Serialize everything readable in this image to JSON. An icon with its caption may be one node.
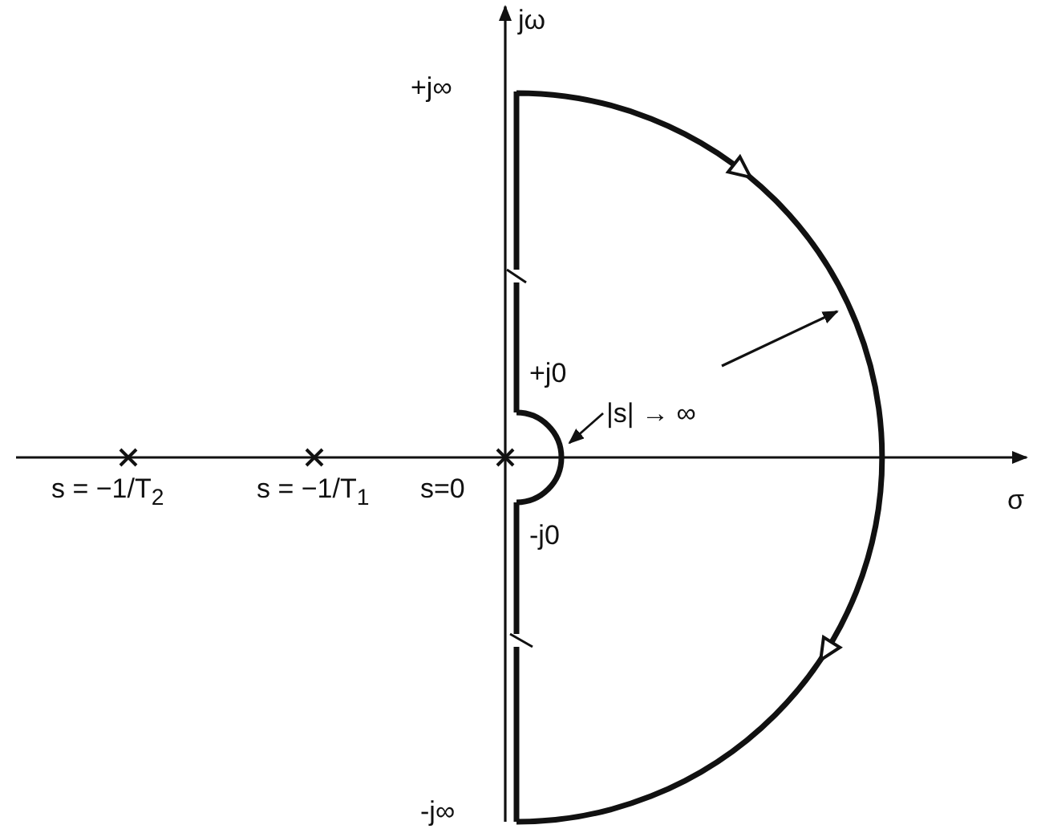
{
  "diagram": {
    "nodes": [
      {
        "text": [
          "|s| → ∞"
        ]
      },
      {
        "text": [],
        "shape": "arc"
      }
    ],
    "edges": [
      {
        "from": 0,
        "to": 1,
        "arrow": "to"
      }
    ],
    "labels": [
      "jω",
      "+j∞",
      "+j0",
      "s = −1/T$_{2}$",
      "s = −1/T$_{1}$",
      "s=0",
      "σ",
      "-j0",
      "-j∞"
    ]
  }
}
